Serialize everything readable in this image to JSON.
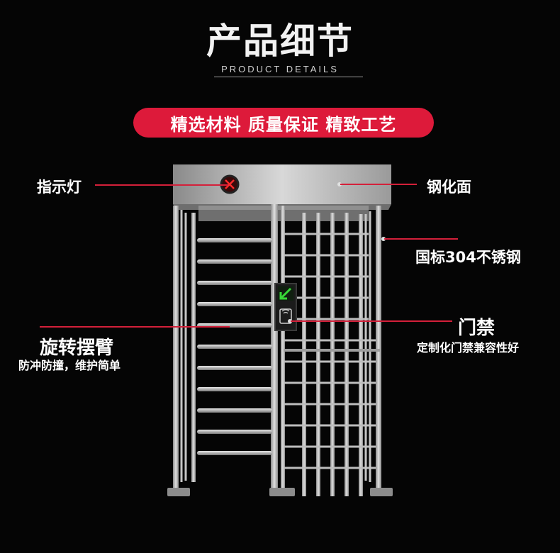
{
  "header": {
    "title": "产品细节",
    "subtitle": "PRODUCT DETAILS"
  },
  "banner": {
    "text": "精选材料 质量保证 精致工艺",
    "color": "#dd1a3a"
  },
  "callouts": {
    "indicator": "指示灯",
    "tempered_top": "钢化面",
    "steel": "国标304不锈钢",
    "access": "门禁",
    "access_sub": "定制化门禁兼容性好",
    "arm": "旋转摆臂",
    "arm_sub": "防冲防撞，维护简单"
  },
  "colors": {
    "leader": "#d4203a",
    "steel": "#b8b8b8",
    "background": "#050505"
  },
  "icons": {
    "indicator_light": "red-x-indicator-icon",
    "arrow": "green-arrow-icon",
    "card_reader": "rfid-card-icon"
  }
}
